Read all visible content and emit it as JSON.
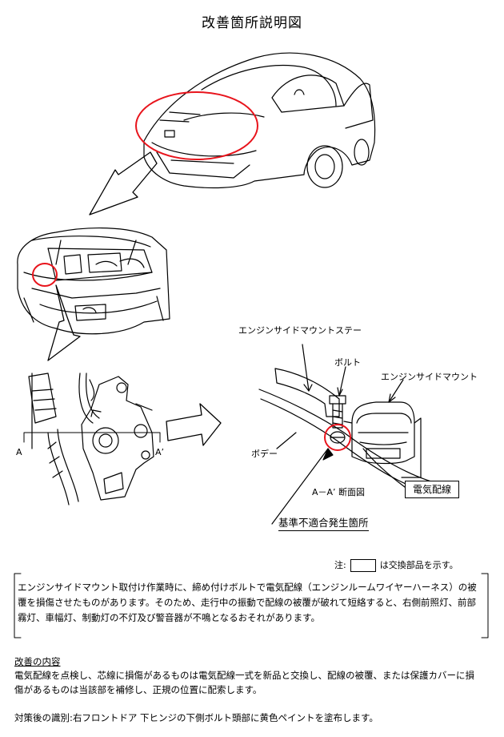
{
  "title": "改善箇所説明図",
  "labels": {
    "engine_side_mount_stay": "エンジンサイドマウントステー",
    "bolt": "ボルト",
    "engine_side_mount": "エンジンサイドマウント",
    "body": "ボデー",
    "section_a": "A",
    "section_a_prime": "A’",
    "section_caption": "A－A’ 断面図",
    "wire": "電気配線",
    "defect_location": "基準不適合発生箇所"
  },
  "note": {
    "prefix": "注:",
    "suffix": "は交換部品を示す。"
  },
  "description": "エンジンサイドマウント取付け作業時に、締め付けボルトで電気配線（エンジンルームワイヤーハーネス）の被覆を損傷させたものがあります。そのため、走行中の振動で配線の被覆が破れて短絡すると、右側前照灯、前部霧灯、車幅灯、制動灯の不灯及び警音器が不鳴となるおそれがあります。",
  "remedy": {
    "heading": "改善の内容",
    "body": "電気配線を点検し、芯線に損傷があるものは電気配線一式を新品と交換し、配線の被覆、または保護カバーに損傷があるものは当該部を補修し、正規の位置に配索します。"
  },
  "identification": "対策後の識別:右フロントドア 下ヒンジの下側ボルト頭部に黄色ペイントを塗布します。",
  "colors": {
    "highlight": "#e8141c",
    "line": "#000000"
  }
}
